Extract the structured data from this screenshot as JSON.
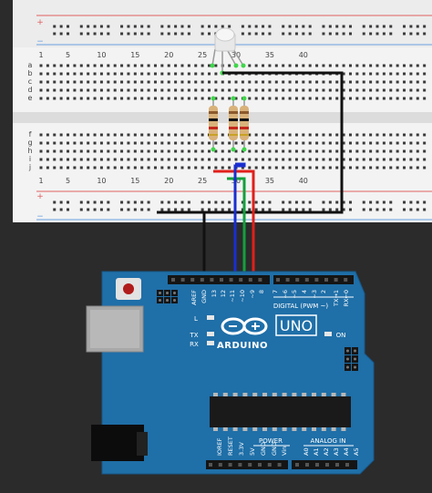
{
  "breadboard": {
    "column_numbers_top": [
      "1",
      "5",
      "10",
      "15",
      "20",
      "25",
      "30",
      "35",
      "40"
    ],
    "column_numbers_bottom": [
      "1",
      "5",
      "10",
      "15",
      "20",
      "25",
      "30",
      "35",
      "40"
    ],
    "row_letters_top": [
      "a",
      "b",
      "c",
      "d",
      "e"
    ],
    "row_letters_bottom": [
      "f",
      "g",
      "h",
      "i",
      "j"
    ],
    "rail_plus": "+",
    "rail_minus": "−"
  },
  "board": {
    "logo_text": "ARDUINO",
    "model_text": "UNO",
    "header_top_pins": [
      "AREF",
      "GND",
      "13",
      "12",
      "~11",
      "~10",
      "~9",
      "8",
      "7",
      "~6",
      "~5",
      "4",
      "~3",
      "2",
      "TX→1",
      "RX←0"
    ],
    "digital_label": "DIGITAL (PWM ~)",
    "led_labels": {
      "l": "L",
      "tx": "TX",
      "rx": "RX",
      "on": "ON"
    },
    "power_pins": [
      "IOREF",
      "RESET",
      "3.3V",
      "5V",
      "GND",
      "GND",
      "Vin"
    ],
    "power_label": "POWER",
    "analog_pins": [
      "A0",
      "A1",
      "A2",
      "A3",
      "A4",
      "A5"
    ],
    "analog_label": "ANALOG IN"
  },
  "colors": {
    "background": "#2b2b2b",
    "breadboard": "#f4f4f4",
    "rail_red": "#e06060",
    "rail_blue": "#6aa0e0",
    "board_blue": "#1f6fa8",
    "wire_black": "#111111",
    "wire_red": "#e0201b",
    "wire_green": "#14a03c",
    "wire_blue": "#1a2fd0"
  }
}
